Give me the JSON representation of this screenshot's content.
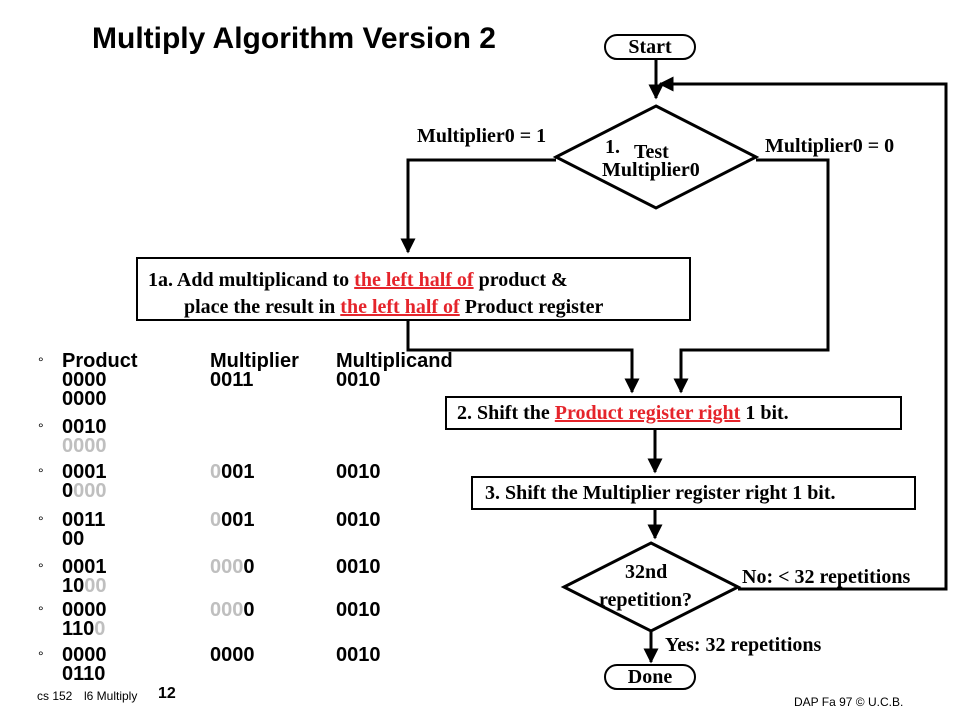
{
  "title": "Multiply Algorithm Version 2",
  "flowchart": {
    "start": "Start",
    "test_num": "1.",
    "test_word": "Test",
    "test_reg": "Multiplier0",
    "branch_left": "Multiplier0 = 1",
    "branch_right": "Multiplier0 = 0",
    "step1a": {
      "line1": [
        {
          "text": "1a. Add multiplicand to ",
          "red": false
        },
        {
          "text": "the left half of",
          "red": true
        },
        {
          "text": " product &",
          "red": false
        }
      ],
      "line2": [
        {
          "text": "place the result in ",
          "red": false
        },
        {
          "text": "the left half of",
          "red": true
        },
        {
          "text": " Product register",
          "red": false
        }
      ]
    },
    "step2": [
      {
        "text": "2. Shift the ",
        "red": false
      },
      {
        "text": "Product register right",
        "red": true
      },
      {
        "text": " 1 bit.",
        "red": false
      }
    ],
    "step3": "3. Shift the Multiplier register right 1 bit.",
    "decision2_line1": "32nd",
    "decision2_line2": "repetition?",
    "no_label": "No: < 32 repetitions",
    "yes_label": "Yes: 32 repetitions",
    "done": "Done"
  },
  "table": {
    "bullet": "°",
    "headers": [
      "Product",
      "Multiplier",
      "Multiplicand"
    ],
    "rows": [
      [
        [
          {
            "t": "0000 0000",
            "g": false
          }
        ],
        [
          {
            "t": "0011",
            "g": false
          }
        ],
        [
          {
            "t": "0010",
            "g": false
          }
        ]
      ],
      [
        [
          {
            "t": "0010 ",
            "g": false
          },
          {
            "t": "0000",
            "g": true
          }
        ],
        [],
        []
      ],
      [
        [
          {
            "t": "0001 0",
            "g": false
          },
          {
            "t": "000",
            "g": true
          }
        ],
        [
          {
            "t": "0",
            "g": true
          },
          {
            "t": "001",
            "g": false
          }
        ],
        [
          {
            "t": "0010",
            "g": false
          }
        ]
      ],
      [
        [
          {
            "t": "0011 00",
            "g": false
          }
        ],
        [
          {
            "t": "0",
            "g": true
          },
          {
            "t": "001",
            "g": false
          }
        ],
        [
          {
            "t": "0010",
            "g": false
          }
        ]
      ],
      [
        [
          {
            "t": "0001 10",
            "g": false
          },
          {
            "t": "00",
            "g": true
          }
        ],
        [
          {
            "t": "000",
            "g": true
          },
          {
            "t": "0",
            "g": false
          }
        ],
        [
          {
            "t": "0010",
            "g": false
          }
        ]
      ],
      [
        [
          {
            "t": "0000 110",
            "g": false
          },
          {
            "t": "0",
            "g": true
          }
        ],
        [
          {
            "t": "000",
            "g": true
          },
          {
            "t": "0",
            "g": false
          }
        ],
        [
          {
            "t": "0010",
            "g": false
          }
        ]
      ],
      [
        [
          {
            "t": "0000 0110",
            "g": false
          }
        ],
        [
          {
            "t": "0000",
            "g": false
          }
        ],
        [
          {
            "t": "0010",
            "g": false
          }
        ]
      ]
    ]
  },
  "footer": {
    "left_course": "cs 152",
    "left_lecture": "l6 Multiply",
    "page": "12",
    "right": "DAP Fa 97 © U.C.B."
  },
  "colors": {
    "highlight": "#e5242b",
    "shaded_digits": "#bfbfbf",
    "line": "#000000"
  }
}
